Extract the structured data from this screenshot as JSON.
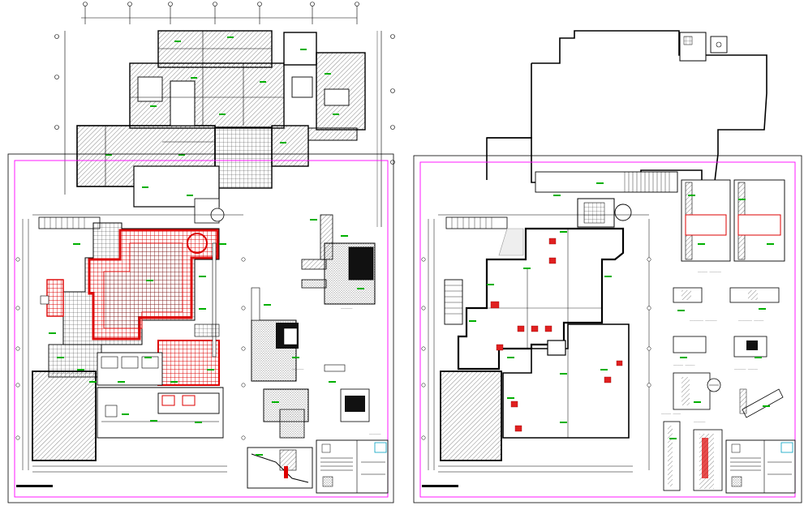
{
  "drawing": {
    "kind": "architectural-cad-sheets",
    "sheet_count": 2,
    "colors": {
      "background": "#ffffff",
      "linework": "#000000",
      "sheet_border": "#ff00ff",
      "accent_red": "#ff0000",
      "annotation_green": "#00b000",
      "grid_hatch": "#444444"
    },
    "left_sheet": {
      "name": "floor-plan-finishes"
    },
    "right_sheet": {
      "name": "reflected-ceiling-plan-and-details"
    }
  }
}
